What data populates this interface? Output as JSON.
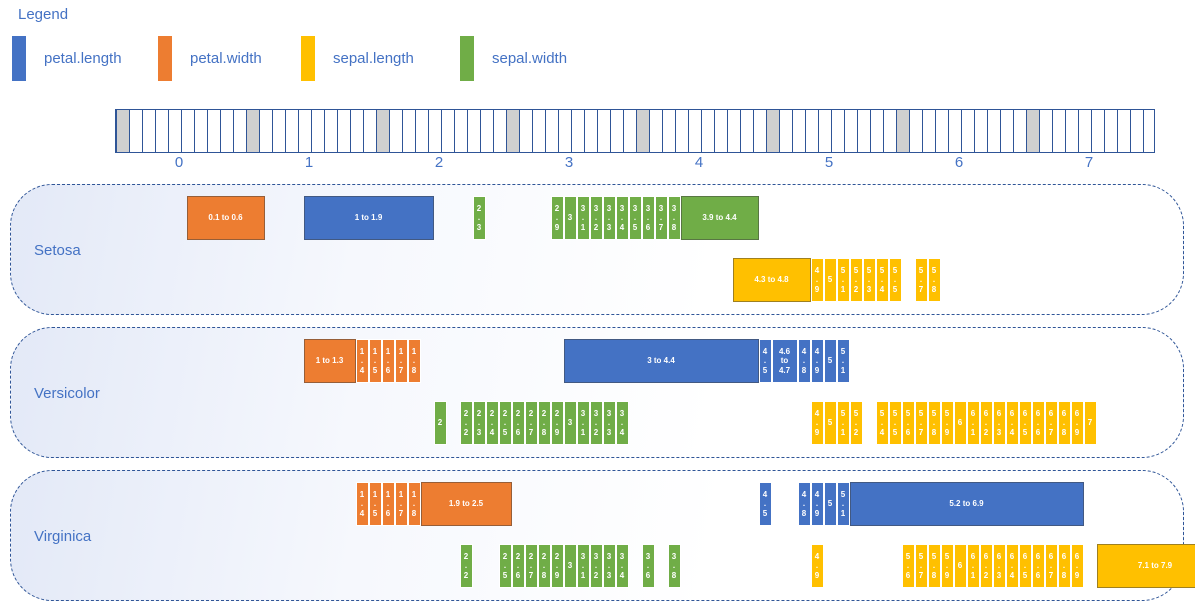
{
  "legend": {
    "title": "Legend",
    "items": [
      {
        "label": "petal.length",
        "color": "#4472c4"
      },
      {
        "label": "petal.width",
        "color": "#ed7d31"
      },
      {
        "label": "sepal.length",
        "color": "#ffc000"
      },
      {
        "label": "sepal.width",
        "color": "#70ad47"
      }
    ]
  },
  "axis": {
    "labels": [
      "0",
      "1",
      "2",
      "3",
      "4",
      "5",
      "6",
      "7"
    ],
    "min": -0.5,
    "max": 7.5,
    "step": 0.1
  },
  "colors": {
    "petal.length": "#4472c4",
    "petal.width": "#ed7d31",
    "sepal.length": "#ffc000",
    "sepal.width": "#70ad47"
  },
  "chart_data": {
    "type": "diagram",
    "panels": [
      {
        "name": "Setosa",
        "rows": [
          [
            {
              "var": "petal.width",
              "from": 0.1,
              "to": 0.6,
              "label": "0.1 to 0.6"
            },
            {
              "var": "petal.length",
              "from": 1.0,
              "to": 1.9,
              "label": "1 to 1.9"
            },
            {
              "var": "sepal.width",
              "from": 2.3,
              "to": 2.3,
              "label": "2\n.\n3"
            },
            {
              "var": "sepal.width",
              "from": 2.9,
              "to": 2.9,
              "label": "2\n.\n9"
            },
            {
              "var": "sepal.width",
              "from": 3.0,
              "to": 3.0,
              "label": "3"
            },
            {
              "var": "sepal.width",
              "from": 3.1,
              "to": 3.1,
              "label": "3\n.\n1"
            },
            {
              "var": "sepal.width",
              "from": 3.2,
              "to": 3.2,
              "label": "3\n.\n2"
            },
            {
              "var": "sepal.width",
              "from": 3.3,
              "to": 3.3,
              "label": "3\n.\n3"
            },
            {
              "var": "sepal.width",
              "from": 3.4,
              "to": 3.4,
              "label": "3\n.\n4"
            },
            {
              "var": "sepal.width",
              "from": 3.5,
              "to": 3.5,
              "label": "3\n.\n5"
            },
            {
              "var": "sepal.width",
              "from": 3.6,
              "to": 3.6,
              "label": "3\n.\n6"
            },
            {
              "var": "sepal.width",
              "from": 3.7,
              "to": 3.7,
              "label": "3\n.\n7"
            },
            {
              "var": "sepal.width",
              "from": 3.8,
              "to": 3.8,
              "label": "3\n.\n8"
            },
            {
              "var": "sepal.width",
              "from": 3.9,
              "to": 4.4,
              "label": "3.9 to 4.4"
            }
          ],
          [
            {
              "var": "sepal.length",
              "from": 4.3,
              "to": 4.8,
              "label": "4.3 to 4.8"
            },
            {
              "var": "sepal.length",
              "from": 4.9,
              "to": 4.9,
              "label": "4\n.\n9"
            },
            {
              "var": "sepal.length",
              "from": 5.0,
              "to": 5.0,
              "label": "5"
            },
            {
              "var": "sepal.length",
              "from": 5.1,
              "to": 5.1,
              "label": "5\n.\n1"
            },
            {
              "var": "sepal.length",
              "from": 5.2,
              "to": 5.2,
              "label": "5\n.\n2"
            },
            {
              "var": "sepal.length",
              "from": 5.3,
              "to": 5.3,
              "label": "5\n.\n3"
            },
            {
              "var": "sepal.length",
              "from": 5.4,
              "to": 5.4,
              "label": "5\n.\n4"
            },
            {
              "var": "sepal.length",
              "from": 5.5,
              "to": 5.5,
              "label": "5\n.\n5"
            },
            {
              "var": "sepal.length",
              "from": 5.7,
              "to": 5.7,
              "label": "5\n.\n7"
            },
            {
              "var": "sepal.length",
              "from": 5.8,
              "to": 5.8,
              "label": "5\n.\n8"
            }
          ]
        ]
      },
      {
        "name": "Versicolor",
        "rows": [
          [
            {
              "var": "petal.width",
              "from": 1.0,
              "to": 1.3,
              "label": "1 to 1.3"
            },
            {
              "var": "petal.width",
              "from": 1.4,
              "to": 1.4,
              "label": "1\n.\n4"
            },
            {
              "var": "petal.width",
              "from": 1.5,
              "to": 1.5,
              "label": "1\n.\n5"
            },
            {
              "var": "petal.width",
              "from": 1.6,
              "to": 1.6,
              "label": "1\n.\n6"
            },
            {
              "var": "petal.width",
              "from": 1.7,
              "to": 1.7,
              "label": "1\n.\n7"
            },
            {
              "var": "petal.width",
              "from": 1.8,
              "to": 1.8,
              "label": "1\n.\n8"
            },
            {
              "var": "petal.length",
              "from": 3.0,
              "to": 4.4,
              "label": "3 to 4.4"
            },
            {
              "var": "petal.length",
              "from": 4.5,
              "to": 4.5,
              "label": "4\n.\n5"
            },
            {
              "var": "petal.length",
              "from": 4.6,
              "to": 4.7,
              "label": "4.6\nto\n4.7"
            },
            {
              "var": "petal.length",
              "from": 4.8,
              "to": 4.8,
              "label": "4\n.\n8"
            },
            {
              "var": "petal.length",
              "from": 4.9,
              "to": 4.9,
              "label": "4\n.\n9"
            },
            {
              "var": "petal.length",
              "from": 5.0,
              "to": 5.0,
              "label": "5"
            },
            {
              "var": "petal.length",
              "from": 5.1,
              "to": 5.1,
              "label": "5\n.\n1"
            }
          ],
          [
            {
              "var": "sepal.width",
              "from": 2.0,
              "to": 2.0,
              "label": "2"
            },
            {
              "var": "sepal.width",
              "from": 2.2,
              "to": 2.2,
              "label": "2\n.\n2"
            },
            {
              "var": "sepal.width",
              "from": 2.3,
              "to": 2.3,
              "label": "2\n.\n3"
            },
            {
              "var": "sepal.width",
              "from": 2.4,
              "to": 2.4,
              "label": "2\n.\n4"
            },
            {
              "var": "sepal.width",
              "from": 2.5,
              "to": 2.5,
              "label": "2\n.\n5"
            },
            {
              "var": "sepal.width",
              "from": 2.6,
              "to": 2.6,
              "label": "2\n.\n6"
            },
            {
              "var": "sepal.width",
              "from": 2.7,
              "to": 2.7,
              "label": "2\n.\n7"
            },
            {
              "var": "sepal.width",
              "from": 2.8,
              "to": 2.8,
              "label": "2\n.\n8"
            },
            {
              "var": "sepal.width",
              "from": 2.9,
              "to": 2.9,
              "label": "2\n.\n9"
            },
            {
              "var": "sepal.width",
              "from": 3.0,
              "to": 3.0,
              "label": "3"
            },
            {
              "var": "sepal.width",
              "from": 3.1,
              "to": 3.1,
              "label": "3\n.\n1"
            },
            {
              "var": "sepal.width",
              "from": 3.2,
              "to": 3.2,
              "label": "3\n.\n2"
            },
            {
              "var": "sepal.width",
              "from": 3.3,
              "to": 3.3,
              "label": "3\n.\n3"
            },
            {
              "var": "sepal.width",
              "from": 3.4,
              "to": 3.4,
              "label": "3\n.\n4"
            },
            {
              "var": "sepal.length",
              "from": 4.9,
              "to": 4.9,
              "label": "4\n.\n9"
            },
            {
              "var": "sepal.length",
              "from": 5.0,
              "to": 5.0,
              "label": "5"
            },
            {
              "var": "sepal.length",
              "from": 5.1,
              "to": 5.1,
              "label": "5\n.\n1"
            },
            {
              "var": "sepal.length",
              "from": 5.2,
              "to": 5.2,
              "label": "5\n.\n2"
            },
            {
              "var": "sepal.length",
              "from": 5.4,
              "to": 5.4,
              "label": "5\n.\n4"
            },
            {
              "var": "sepal.length",
              "from": 5.5,
              "to": 5.5,
              "label": "5\n.\n5"
            },
            {
              "var": "sepal.length",
              "from": 5.6,
              "to": 5.6,
              "label": "5\n.\n6"
            },
            {
              "var": "sepal.length",
              "from": 5.7,
              "to": 5.7,
              "label": "5\n.\n7"
            },
            {
              "var": "sepal.length",
              "from": 5.8,
              "to": 5.8,
              "label": "5\n.\n8"
            },
            {
              "var": "sepal.length",
              "from": 5.9,
              "to": 5.9,
              "label": "5\n.\n9"
            },
            {
              "var": "sepal.length",
              "from": 6.0,
              "to": 6.0,
              "label": "6"
            },
            {
              "var": "sepal.length",
              "from": 6.1,
              "to": 6.1,
              "label": "6\n.\n1"
            },
            {
              "var": "sepal.length",
              "from": 6.2,
              "to": 6.2,
              "label": "6\n.\n2"
            },
            {
              "var": "sepal.length",
              "from": 6.3,
              "to": 6.3,
              "label": "6\n.\n3"
            },
            {
              "var": "sepal.length",
              "from": 6.4,
              "to": 6.4,
              "label": "6\n.\n4"
            },
            {
              "var": "sepal.length",
              "from": 6.5,
              "to": 6.5,
              "label": "6\n.\n5"
            },
            {
              "var": "sepal.length",
              "from": 6.6,
              "to": 6.6,
              "label": "6\n.\n6"
            },
            {
              "var": "sepal.length",
              "from": 6.7,
              "to": 6.7,
              "label": "6\n.\n7"
            },
            {
              "var": "sepal.length",
              "from": 6.8,
              "to": 6.8,
              "label": "6\n.\n8"
            },
            {
              "var": "sepal.length",
              "from": 6.9,
              "to": 6.9,
              "label": "6\n.\n9"
            },
            {
              "var": "sepal.length",
              "from": 7.0,
              "to": 7.0,
              "label": "7"
            }
          ]
        ]
      },
      {
        "name": "Virginica",
        "rows": [
          [
            {
              "var": "petal.width",
              "from": 1.4,
              "to": 1.4,
              "label": "1\n.\n4"
            },
            {
              "var": "petal.width",
              "from": 1.5,
              "to": 1.5,
              "label": "1\n.\n5"
            },
            {
              "var": "petal.width",
              "from": 1.6,
              "to": 1.6,
              "label": "1\n.\n6"
            },
            {
              "var": "petal.width",
              "from": 1.7,
              "to": 1.7,
              "label": "1\n.\n7"
            },
            {
              "var": "petal.width",
              "from": 1.8,
              "to": 1.8,
              "label": "1\n.\n8"
            },
            {
              "var": "petal.width",
              "from": 1.9,
              "to": 2.5,
              "label": "1.9 to 2.5"
            },
            {
              "var": "petal.length",
              "from": 4.5,
              "to": 4.5,
              "label": "4\n.\n5"
            },
            {
              "var": "petal.length",
              "from": 4.8,
              "to": 4.8,
              "label": "4\n.\n8"
            },
            {
              "var": "petal.length",
              "from": 4.9,
              "to": 4.9,
              "label": "4\n.\n9"
            },
            {
              "var": "petal.length",
              "from": 5.0,
              "to": 5.0,
              "label": "5"
            },
            {
              "var": "petal.length",
              "from": 5.1,
              "to": 5.1,
              "label": "5\n.\n1"
            },
            {
              "var": "petal.length",
              "from": 5.2,
              "to": 6.9,
              "label": "5.2 to 6.9"
            }
          ],
          [
            {
              "var": "sepal.width",
              "from": 2.2,
              "to": 2.2,
              "label": "2\n.\n2"
            },
            {
              "var": "sepal.width",
              "from": 2.5,
              "to": 2.5,
              "label": "2\n.\n5"
            },
            {
              "var": "sepal.width",
              "from": 2.6,
              "to": 2.6,
              "label": "2\n.\n6"
            },
            {
              "var": "sepal.width",
              "from": 2.7,
              "to": 2.7,
              "label": "2\n.\n7"
            },
            {
              "var": "sepal.width",
              "from": 2.8,
              "to": 2.8,
              "label": "2\n.\n8"
            },
            {
              "var": "sepal.width",
              "from": 2.9,
              "to": 2.9,
              "label": "2\n.\n9"
            },
            {
              "var": "sepal.width",
              "from": 3.0,
              "to": 3.0,
              "label": "3"
            },
            {
              "var": "sepal.width",
              "from": 3.1,
              "to": 3.1,
              "label": "3\n.\n1"
            },
            {
              "var": "sepal.width",
              "from": 3.2,
              "to": 3.2,
              "label": "3\n.\n2"
            },
            {
              "var": "sepal.width",
              "from": 3.3,
              "to": 3.3,
              "label": "3\n.\n3"
            },
            {
              "var": "sepal.width",
              "from": 3.4,
              "to": 3.4,
              "label": "3\n.\n4"
            },
            {
              "var": "sepal.width",
              "from": 3.6,
              "to": 3.6,
              "label": "3\n.\n6"
            },
            {
              "var": "sepal.width",
              "from": 3.8,
              "to": 3.8,
              "label": "3\n.\n8"
            },
            {
              "var": "sepal.length",
              "from": 4.9,
              "to": 4.9,
              "label": "4\n.\n9"
            },
            {
              "var": "sepal.length",
              "from": 5.6,
              "to": 5.6,
              "label": "5\n.\n6"
            },
            {
              "var": "sepal.length",
              "from": 5.7,
              "to": 5.7,
              "label": "5\n.\n7"
            },
            {
              "var": "sepal.length",
              "from": 5.8,
              "to": 5.8,
              "label": "5\n.\n8"
            },
            {
              "var": "sepal.length",
              "from": 5.9,
              "to": 5.9,
              "label": "5\n.\n9"
            },
            {
              "var": "sepal.length",
              "from": 6.0,
              "to": 6.0,
              "label": "6"
            },
            {
              "var": "sepal.length",
              "from": 6.1,
              "to": 6.1,
              "label": "6\n.\n1"
            },
            {
              "var": "sepal.length",
              "from": 6.2,
              "to": 6.2,
              "label": "6\n.\n2"
            },
            {
              "var": "sepal.length",
              "from": 6.3,
              "to": 6.3,
              "label": "6\n.\n3"
            },
            {
              "var": "sepal.length",
              "from": 6.4,
              "to": 6.4,
              "label": "6\n.\n4"
            },
            {
              "var": "sepal.length",
              "from": 6.5,
              "to": 6.5,
              "label": "6\n.\n5"
            },
            {
              "var": "sepal.length",
              "from": 6.6,
              "to": 6.6,
              "label": "6\n.\n6"
            },
            {
              "var": "sepal.length",
              "from": 6.7,
              "to": 6.7,
              "label": "6\n.\n7"
            },
            {
              "var": "sepal.length",
              "from": 6.8,
              "to": 6.8,
              "label": "6\n.\n8"
            },
            {
              "var": "sepal.length",
              "from": 6.9,
              "to": 6.9,
              "label": "6\n.\n9"
            },
            {
              "var": "sepal.length",
              "from": 7.1,
              "to": 7.9,
              "label": "7.1 to 7.9"
            }
          ]
        ]
      }
    ]
  }
}
